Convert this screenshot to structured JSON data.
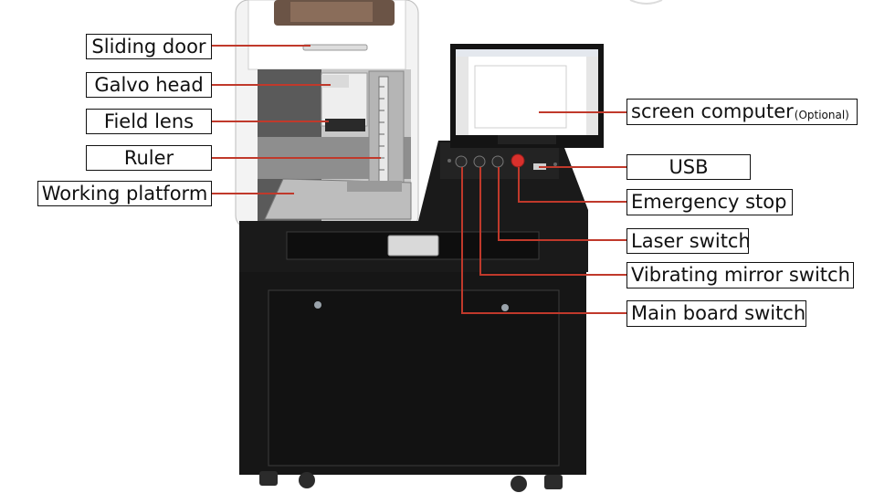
{
  "labels": {
    "sliding_door": "Sliding door",
    "galvo_head": "Galvo head",
    "field_lens": "Field lens",
    "ruler": "Ruler",
    "working_platform": "Working platform",
    "screen_computer": "screen computer",
    "screen_computer_note": "(Optional)",
    "usb": "USB",
    "emergency_stop": "Emergency stop",
    "laser_switch": "Laser switch",
    "vibrating_mirror_switch": "Vibrating mirror switch",
    "main_board_switch": "Main board switch"
  },
  "colors": {
    "leader_line": "#c0392b",
    "cabinet": "#111111",
    "enclosure": "#f2f2f2",
    "emergency_button": "#d9302c"
  }
}
